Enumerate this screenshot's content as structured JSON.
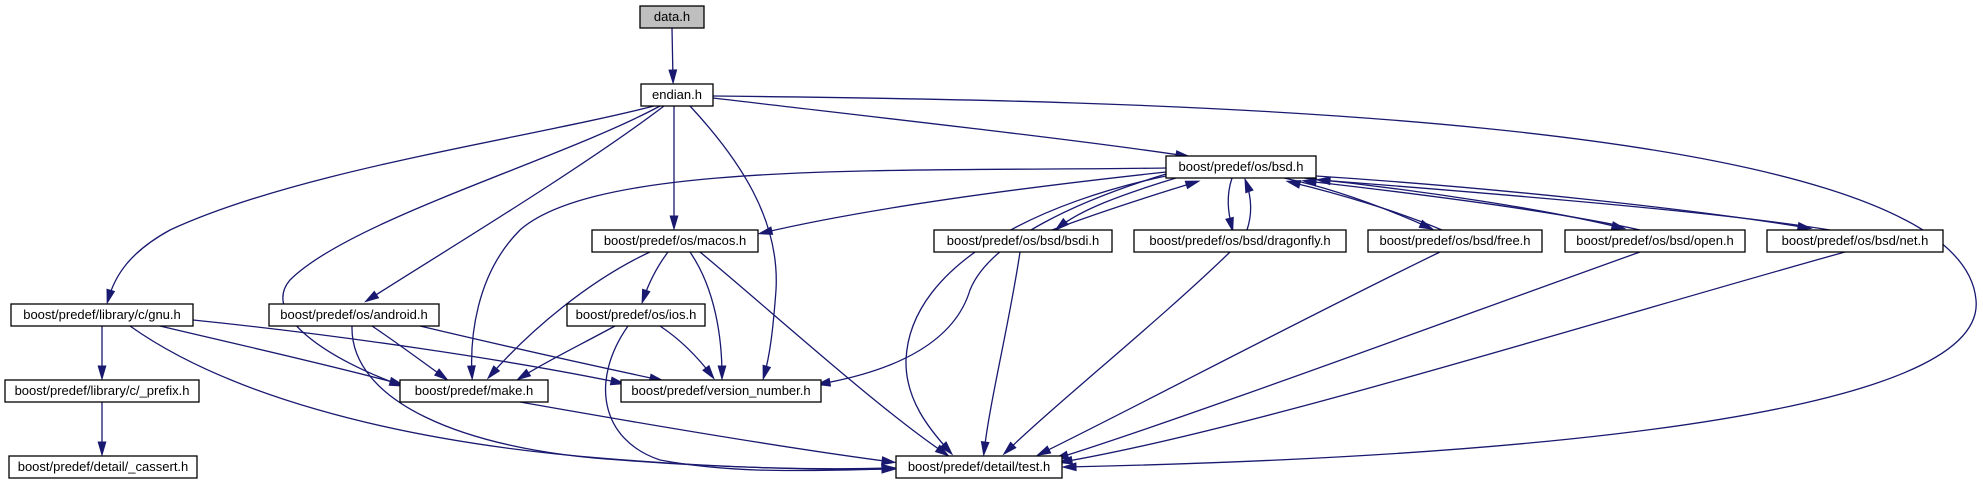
{
  "colors": {
    "edge": "#191970",
    "root_fill": "#bfbfbf",
    "node_fill": "#ffffff"
  },
  "nodes": {
    "data_h": {
      "label": "data.h"
    },
    "endian_h": {
      "label": "endian.h"
    },
    "bsd_h": {
      "label": "boost/predef/os/bsd.h"
    },
    "macos_h": {
      "label": "boost/predef/os/macos.h"
    },
    "bsdi_h": {
      "label": "boost/predef/os/bsd/bsdi.h"
    },
    "dragonfly_h": {
      "label": "boost/predef/os/bsd/dragonfly.h"
    },
    "free_h": {
      "label": "boost/predef/os/bsd/free.h"
    },
    "open_h": {
      "label": "boost/predef/os/bsd/open.h"
    },
    "net_h": {
      "label": "boost/predef/os/bsd/net.h"
    },
    "gnu_h": {
      "label": "boost/predef/library/c/gnu.h"
    },
    "android_h": {
      "label": "boost/predef/os/android.h"
    },
    "ios_h": {
      "label": "boost/predef/os/ios.h"
    },
    "prefix_h": {
      "label": "boost/predef/library/c/_prefix.h"
    },
    "make_h": {
      "label": "boost/predef/make.h"
    },
    "version_number_h": {
      "label": "boost/predef/version_number.h"
    },
    "cassert_h": {
      "label": "boost/predef/detail/_cassert.h"
    },
    "test_h": {
      "label": "boost/predef/detail/test.h"
    }
  },
  "edges": [
    [
      "data_h",
      "endian_h"
    ],
    [
      "endian_h",
      "gnu_h"
    ],
    [
      "endian_h",
      "make_h"
    ],
    [
      "endian_h",
      "android_h"
    ],
    [
      "endian_h",
      "macos_h"
    ],
    [
      "endian_h",
      "version_number_h"
    ],
    [
      "endian_h",
      "bsd_h"
    ],
    [
      "endian_h",
      "test_h"
    ],
    [
      "bsd_h",
      "macos_h"
    ],
    [
      "bsd_h",
      "make_h"
    ],
    [
      "bsd_h",
      "version_number_h"
    ],
    [
      "bsd_h",
      "test_h"
    ],
    [
      "bsd_h",
      "bsdi_h"
    ],
    [
      "bsd_h",
      "dragonfly_h"
    ],
    [
      "bsd_h",
      "free_h"
    ],
    [
      "bsd_h",
      "open_h"
    ],
    [
      "bsd_h",
      "net_h"
    ],
    [
      "bsdi_h",
      "bsd_h"
    ],
    [
      "dragonfly_h",
      "bsd_h"
    ],
    [
      "free_h",
      "bsd_h"
    ],
    [
      "open_h",
      "bsd_h"
    ],
    [
      "net_h",
      "bsd_h"
    ],
    [
      "bsdi_h",
      "test_h"
    ],
    [
      "dragonfly_h",
      "test_h"
    ],
    [
      "free_h",
      "test_h"
    ],
    [
      "open_h",
      "test_h"
    ],
    [
      "net_h",
      "test_h"
    ],
    [
      "macos_h",
      "ios_h"
    ],
    [
      "macos_h",
      "make_h"
    ],
    [
      "macos_h",
      "version_number_h"
    ],
    [
      "macos_h",
      "test_h"
    ],
    [
      "ios_h",
      "make_h"
    ],
    [
      "ios_h",
      "version_number_h"
    ],
    [
      "ios_h",
      "test_h"
    ],
    [
      "gnu_h",
      "prefix_h"
    ],
    [
      "gnu_h",
      "make_h"
    ],
    [
      "gnu_h",
      "version_number_h"
    ],
    [
      "gnu_h",
      "test_h"
    ],
    [
      "android_h",
      "make_h"
    ],
    [
      "android_h",
      "version_number_h"
    ],
    [
      "android_h",
      "test_h"
    ],
    [
      "prefix_h",
      "cassert_h"
    ],
    [
      "make_h",
      "test_h"
    ]
  ]
}
